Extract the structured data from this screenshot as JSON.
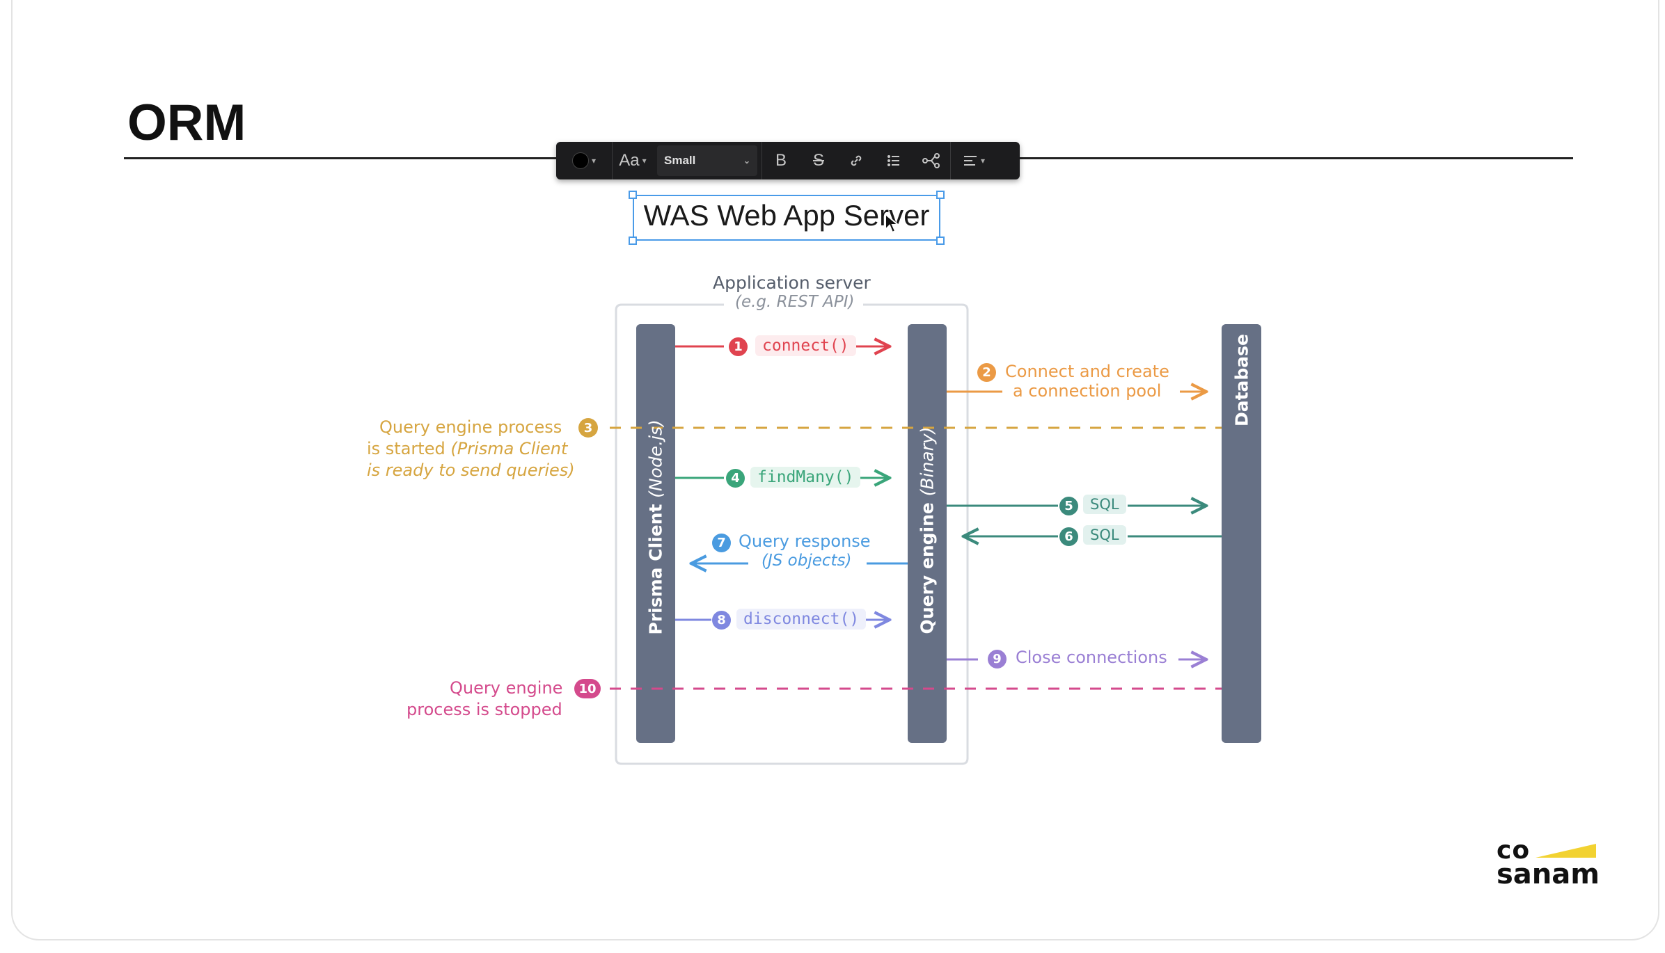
{
  "slide": {
    "title": "ORM",
    "selected_text": "WAS Web App Server"
  },
  "toolbar": {
    "color_icon": "color-circle-icon",
    "font_label": "Aa",
    "size_value": "Small",
    "buttons": [
      "bold-icon",
      "strikethrough-icon",
      "link-icon",
      "list-icon",
      "share-nodes-icon",
      "align-icon"
    ]
  },
  "diagram": {
    "app_server_label": "Application server",
    "app_server_sub": "(e.g. REST API)",
    "lanes": {
      "client_main": "Prisma Client",
      "client_sub": "(Node.js)",
      "engine_main": "Query engine",
      "engine_sub": "(Binary)",
      "database": "Database"
    },
    "steps": {
      "s1_num": "1",
      "s1_label": "connect()",
      "s2_num": "2",
      "s2_line1": "Connect and create",
      "s2_line2": "a connection pool",
      "s3_num": "3",
      "s3_line1": "Query engine process",
      "s3_line2a": "is started",
      "s3_line2b": "(Prisma Client",
      "s3_line3": "is ready to send queries)",
      "s4_num": "4",
      "s4_label": "findMany()",
      "s5_num": "5",
      "s5_label": "SQL",
      "s6_num": "6",
      "s6_label": "SQL",
      "s7_num": "7",
      "s7_line1": "Query response",
      "s7_line2": "(JS objects)",
      "s8_num": "8",
      "s8_label": "disconnect()",
      "s9_num": "9",
      "s9_label": "Close connections",
      "s10_num": "10",
      "s10_line1": "Query engine",
      "s10_line2": "process is stopped"
    }
  },
  "logo": {
    "line1": "co",
    "line2": "sanam"
  },
  "colors": {
    "red": "#e0434f",
    "orange": "#eb9a45",
    "yellow": "#d6a540",
    "green": "#3aa57a",
    "teal": "#3b8a7c",
    "blue": "#4a9be0",
    "indigo": "#7f88e0",
    "purple": "#9a7fd4",
    "pink": "#d44a8c",
    "lane": "#667085",
    "logo_accent": "#f2d231"
  }
}
